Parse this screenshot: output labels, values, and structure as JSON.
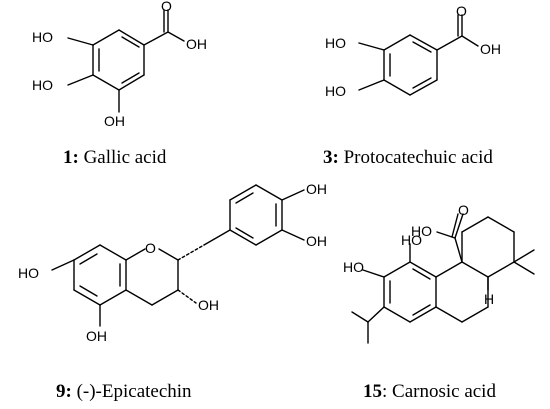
{
  "compounds": [
    {
      "number": "1:",
      "name": " Gallic acid",
      "atoms": {
        "oh_top": "HO",
        "oh_mid": "HO",
        "oh_bottom": "OH",
        "oxo": "O",
        "acid_oh": "OH"
      }
    },
    {
      "number": "3:",
      "name": " Protocatechuic acid",
      "atoms": {
        "oh_top": "HO",
        "oh_bottom": "HO",
        "oxo": "O",
        "acid_oh": "OH"
      }
    },
    {
      "number": "9:",
      "name": " (-)-Epicatechin",
      "atoms": {
        "oh_a7": "HO",
        "oh_a5": "OH",
        "ring_o": "O",
        "oh_c3": "OH",
        "oh_b3": "OH",
        "oh_b4": "OH"
      }
    },
    {
      "number": "15",
      "name": ": Carnosic acid",
      "atoms": {
        "oxo": "O",
        "acid_ho": "HO",
        "oh_top": "HO",
        "oh_left": "HO",
        "h": "H"
      }
    }
  ]
}
